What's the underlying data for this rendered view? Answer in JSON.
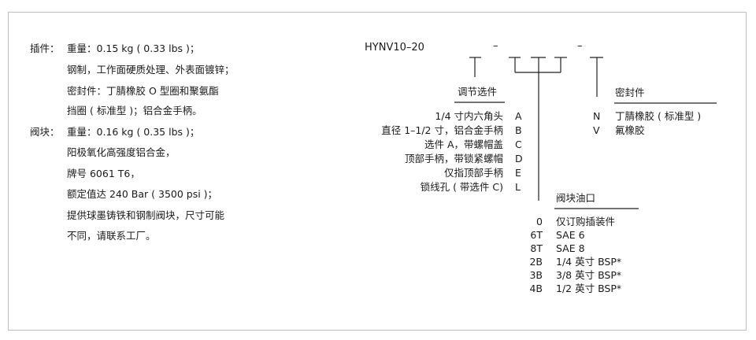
{
  "left": {
    "insert_label": "插件：",
    "insert_lines": [
      "重量：0.15 kg ( 0.33 lbs )；",
      "钢制，工作面硬质处理、外表面镀锌；",
      "密封件：丁腈橡胶 O 型圈和聚氨酯",
      "挡圈 ( 标准型 )；铝合金手柄。"
    ],
    "block_label": "阀块：",
    "block_lines": [
      "重量：0.16 kg ( 0.35 lbs )；",
      "阳极氧化高强度铝合金，",
      "牌号 6061 T6，",
      "额定值达 240 Bar ( 3500 psi )；",
      "提供球墨铸铁和钢制阀块，尺寸可能",
      "不同，请联系工厂。"
    ]
  },
  "model": {
    "code": "HYNV10–20",
    "dash1": "–",
    "dash2": "–"
  },
  "adjust": {
    "title": "调节选件",
    "options": [
      {
        "desc": "1/4 寸内六角头",
        "code": "A"
      },
      {
        "desc": "直径 1–1/2 寸，铝合金手柄",
        "code": "B"
      },
      {
        "desc": "选件 A，带螺帽盖",
        "code": "C"
      },
      {
        "desc": "顶部手柄，带锁紧螺帽",
        "code": "D"
      },
      {
        "desc": "仅指顶部手柄",
        "code": "E"
      },
      {
        "desc": "锁线孔 ( 带选件 C)",
        "code": "L"
      }
    ]
  },
  "seal": {
    "title": "密封件",
    "options": [
      {
        "code": "N",
        "desc": "丁腈橡胶 ( 标准型 )"
      },
      {
        "code": "V",
        "desc": "氟橡胶"
      }
    ]
  },
  "port": {
    "title": "阀块油口",
    "options": [
      {
        "code": "0",
        "desc": "仅订购插装件"
      },
      {
        "code": "6T",
        "desc": "SAE 6"
      },
      {
        "code": "8T",
        "desc": "SAE 8"
      },
      {
        "code": "2B",
        "desc": "1/4 英寸 BSP*"
      },
      {
        "code": "3B",
        "desc": "3/8 英寸 BSP*"
      },
      {
        "code": "4B",
        "desc": "1/2 英寸 BSP*"
      }
    ]
  }
}
